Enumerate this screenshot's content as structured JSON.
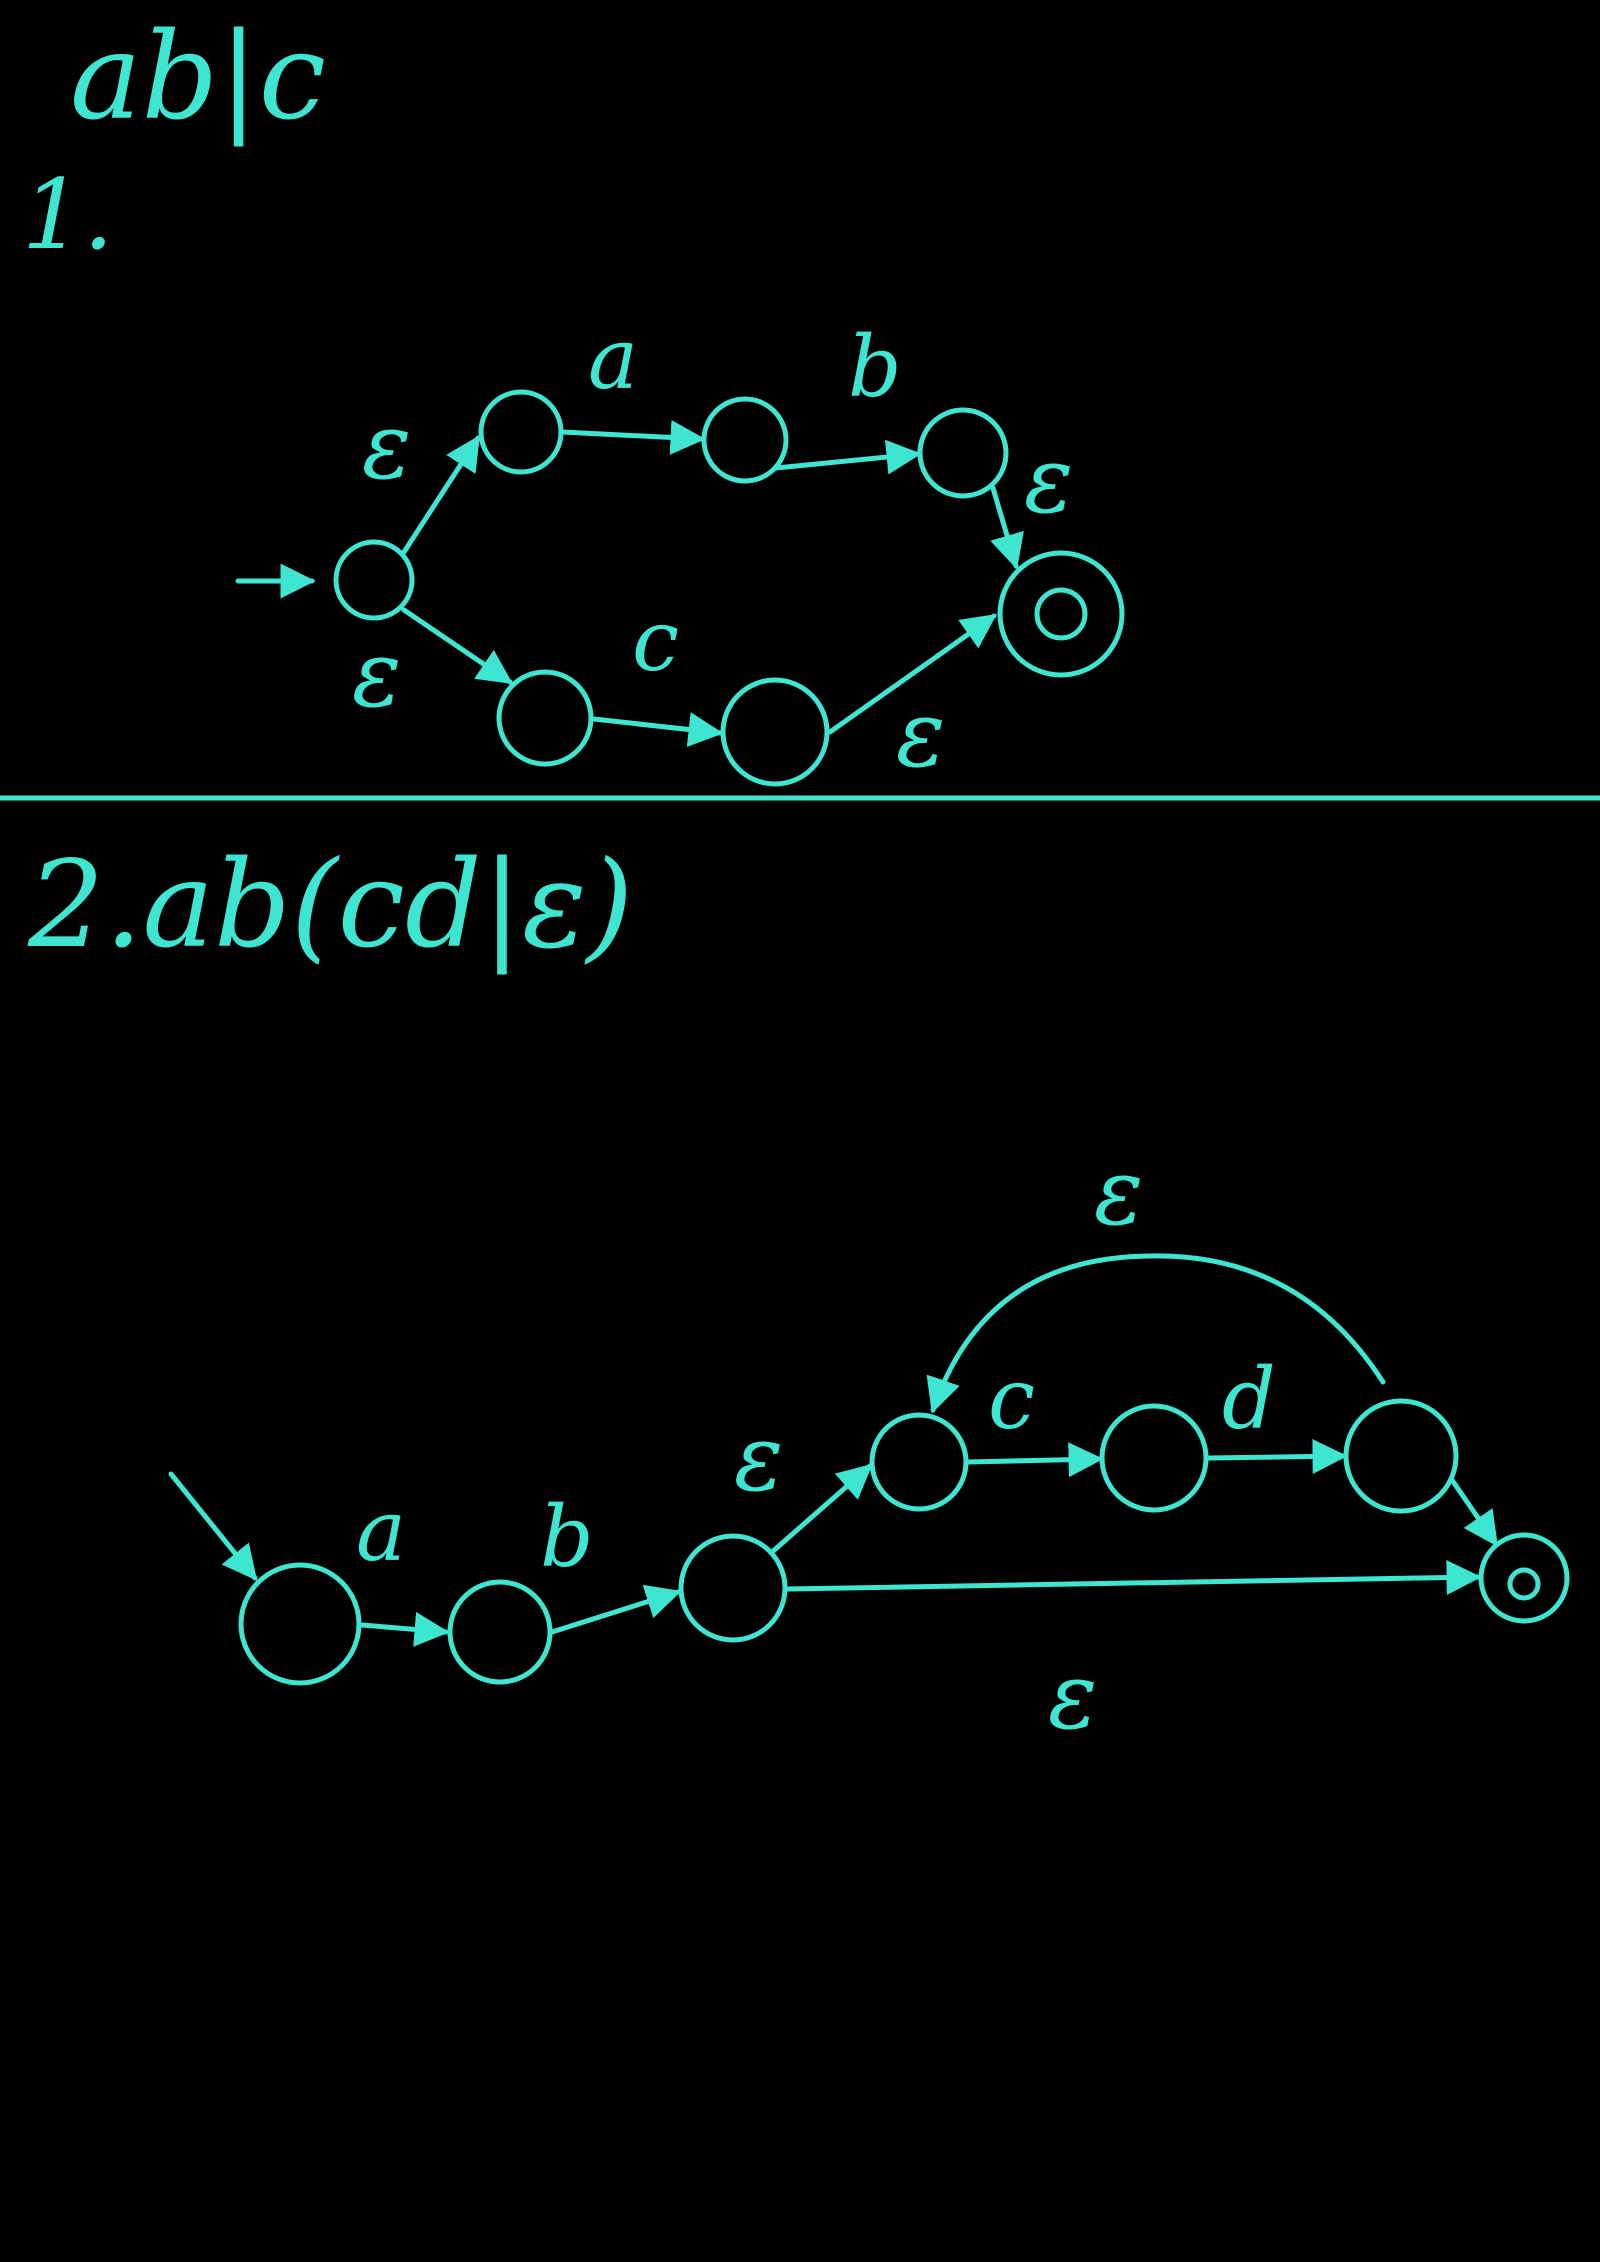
{
  "color": "#3ee6d2",
  "background": "#000000",
  "section1": {
    "heading": "ab|c",
    "number": "1.",
    "labels": {
      "eps_top_left": "ε",
      "a": "a",
      "b": "b",
      "eps_top_right": "ε",
      "eps_bottom_left": "ε",
      "c": "c",
      "eps_bottom_right": "ε"
    }
  },
  "section2": {
    "heading": "2.ab(cd|ε)",
    "labels": {
      "a": "a",
      "b": "b",
      "eps_branch": "ε",
      "c": "c",
      "d": "d",
      "eps_loop": "ε",
      "eps_bypass": "ε"
    }
  }
}
